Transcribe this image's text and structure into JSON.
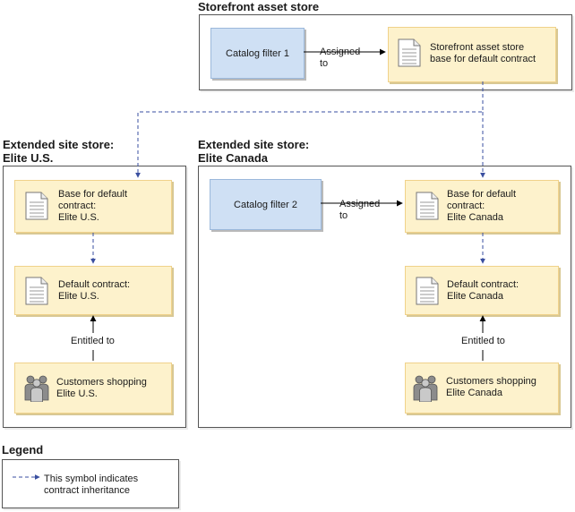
{
  "regions": {
    "storefront": {
      "title": "Storefront asset store"
    },
    "elite_us": {
      "title": "Extended site store:\nElite U.S."
    },
    "elite_canada": {
      "title": "Extended site store:\nElite Canada"
    }
  },
  "nodes": {
    "catalog_filter_1": "Catalog filter 1",
    "catalog_filter_2": "Catalog filter 2",
    "storefront_base": "Storefront asset store\nbase for default contract",
    "us_base": "Base for default\ncontract:\nElite U.S.",
    "us_default": "Default contract:\nElite U.S.",
    "us_customers": "Customers shopping\nElite U.S.",
    "ca_base": "Base for default\ncontract:\nElite Canada",
    "ca_default": "Default contract:\nElite Canada",
    "ca_customers": "Customers shopping\nElite Canada"
  },
  "edges": {
    "assigned_to_1": "Assigned\nto",
    "assigned_to_2": "Assigned\nto",
    "entitled_to_us": "Entitled to",
    "entitled_to_ca": "Entitled to"
  },
  "legend": {
    "title": "Legend",
    "text": "This symbol indicates\ncontract inheritance"
  },
  "colors": {
    "filter_fill": "#cfe0f4",
    "contract_fill": "#fdf2cc",
    "inheritance_arrow": "#3a4fa0",
    "solid_arrow": "#000000"
  }
}
